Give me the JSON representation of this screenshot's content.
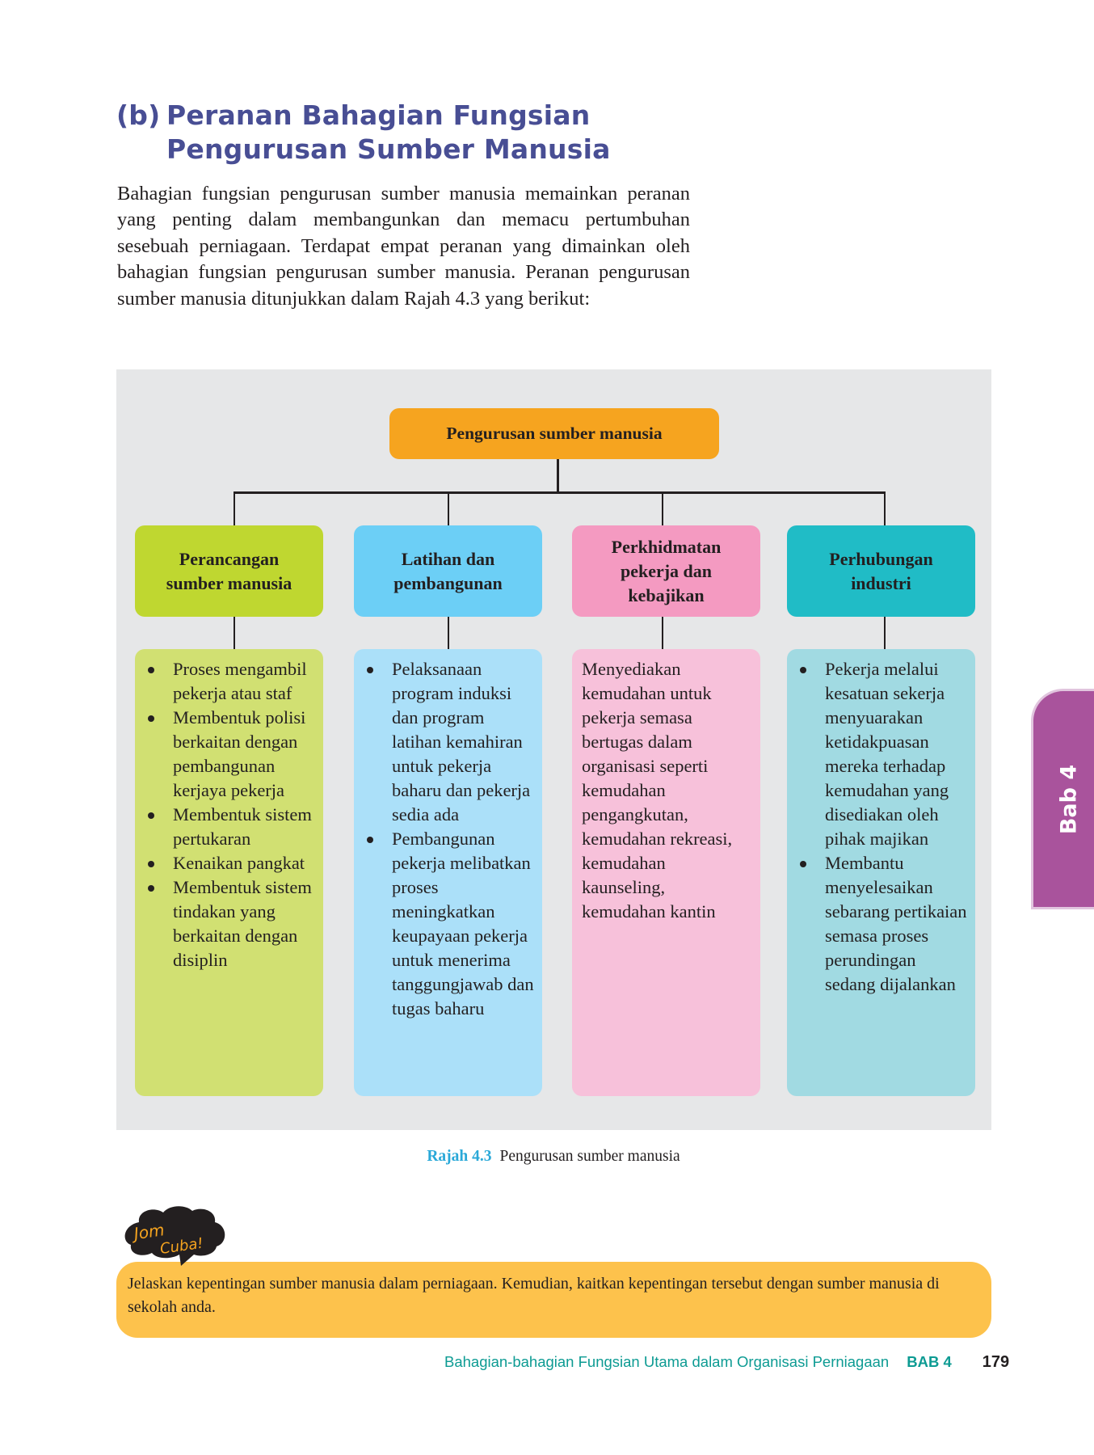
{
  "section": {
    "label": "(b)",
    "title_line1": "Peranan Bahagian Fungsian",
    "title_line2": "Pengurusan Sumber Manusia"
  },
  "intro_paragraph": "Bahagian fungsian pengurusan sumber manusia memainkan peranan yang penting dalam membangunkan dan memacu pertumbuhan sesebuah perniagaan. Terdapat empat peranan yang dimainkan oleh bahagian fungsian pengurusan sumber manusia. Peranan pengurusan sumber manusia ditunjukkan dalam Rajah 4.3 yang berikut:",
  "diagram": {
    "root": "Pengurusan sumber manusia",
    "colors": {
      "background": "#e6e7e8",
      "root": "#f6a41f",
      "branch1_header": "#bfd730",
      "branch1_body": "#d1e072",
      "branch2_header": "#6ccff6",
      "branch2_body": "#abe0f9",
      "branch3_header": "#f49ac1",
      "branch3_body": "#f7c1da",
      "branch4_header": "#20bcc6",
      "branch4_body": "#a1dae2"
    },
    "branches": [
      {
        "title_line1": "Perancangan",
        "title_line2": "sumber manusia",
        "bullets": [
          "Proses mengambil pekerja atau staf",
          "Membentuk polisi berkaitan dengan pembangunan kerjaya pekerja",
          "Membentuk sistem pertukaran",
          "Kenaikan pangkat",
          "Membentuk sistem tindakan yang berkaitan dengan disiplin"
        ]
      },
      {
        "title_line1": "Latihan dan",
        "title_line2": "pembangunan",
        "bullets": [
          "Pelaksanaan program induksi dan program latihan kemahiran untuk pekerja baharu dan pekerja sedia ada",
          "Pembangunan pekerja melibatkan proses meningkatkan keupayaan pekerja untuk menerima tanggungjawab dan tugas baharu"
        ]
      },
      {
        "title_line1": "Perkhidmatan",
        "title_line2": "pekerja dan",
        "title_line3": "kebajikan",
        "text": "Menyediakan kemudahan untuk pekerja semasa bertugas dalam organisasi seperti kemudahan pengangkutan, kemudahan rekreasi, kemudahan kaunseling, kemudahan kantin"
      },
      {
        "title_line1": "Perhubungan",
        "title_line2": "industri",
        "bullets": [
          "Pekerja melalui kesatuan sekerja menyuarakan ketidakpuasan mereka terhadap kemudahan yang disediakan oleh pihak majikan",
          "Membantu menyelesaikan sebarang pertikaian semasa proses perundingan sedang dijalankan"
        ]
      }
    ]
  },
  "caption": {
    "number": "Rajah 4.3",
    "text": "Pengurusan sumber manusia"
  },
  "activity": {
    "badge_line1": "Jom",
    "badge_line2": "Cuba!",
    "text": "Jelaskan kepentingan sumber manusia dalam perniagaan. Kemudian, kaitkan kepentingan tersebut dengan sumber manusia di sekolah anda."
  },
  "footer": {
    "chapter_title": "Bahagian-bahagian Fungsian Utama dalam Organisasi Perniagaan",
    "chapter_label": "BAB 4",
    "page_number": "179"
  },
  "side_tab": {
    "label": "Bab 4",
    "color": "#a9539c"
  }
}
